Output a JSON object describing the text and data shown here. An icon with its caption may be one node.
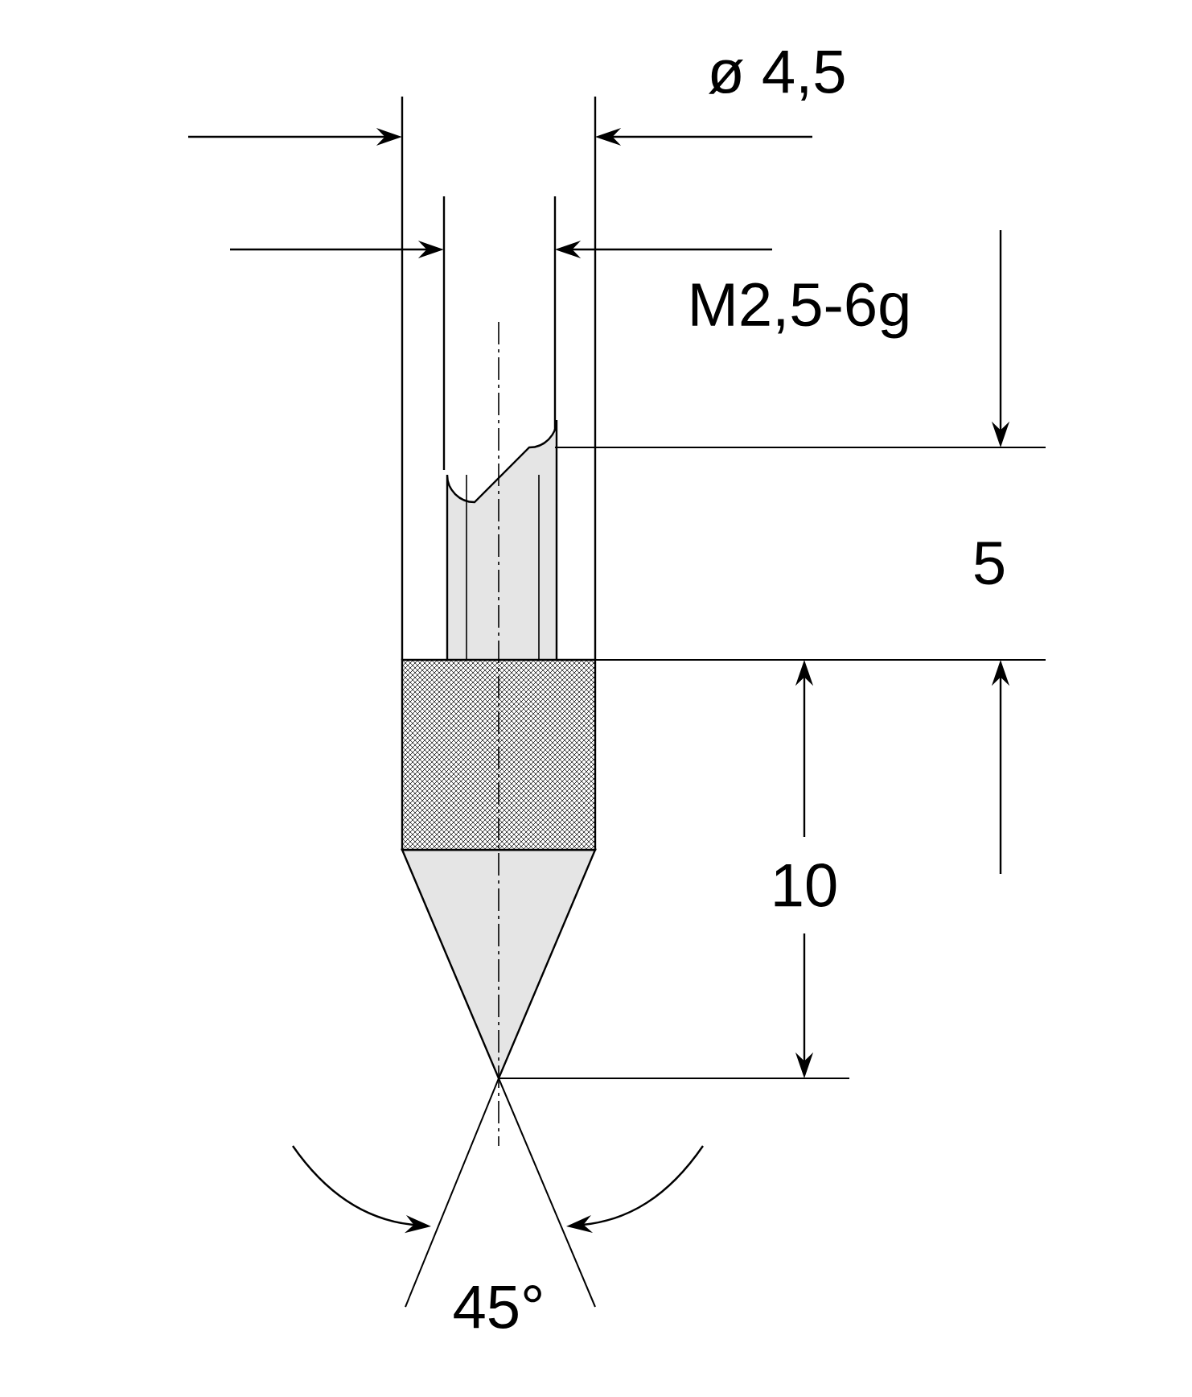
{
  "diagram": {
    "labels": [
      "ø 4,5",
      "M2,5-6g",
      "5",
      "10",
      "45°"
    ]
  }
}
